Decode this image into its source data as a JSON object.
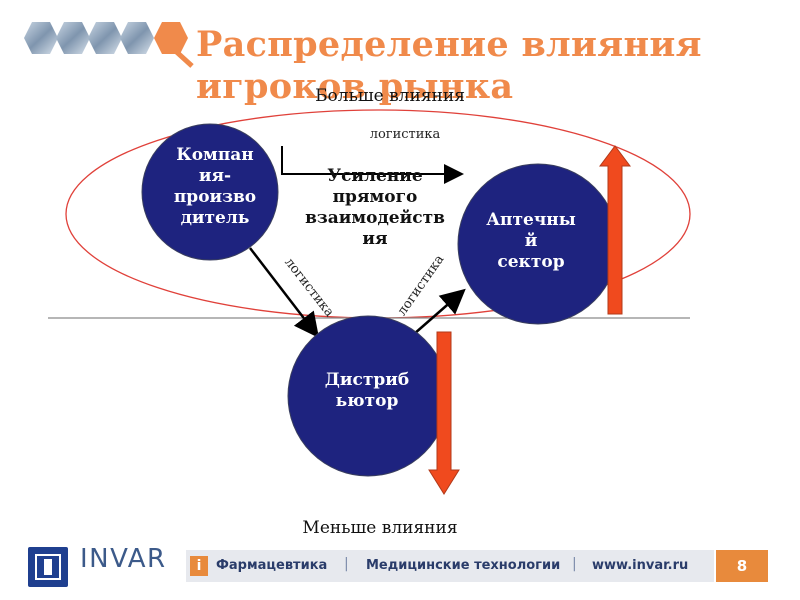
{
  "slide": {
    "title_line1": "Распределение влияния",
    "title_line2": "игроков рынка",
    "more_influence": "Больше влияния",
    "less_influence": "Меньше влияния",
    "logistics_top": "логистика",
    "logistics_left": "логистика",
    "logistics_right": "логистика",
    "interaction_line1": "Усиление",
    "interaction_line2": "прямого",
    "interaction_line3": "взаимодейств",
    "interaction_line4": "ия"
  },
  "nodes": {
    "company_line1": "Компан",
    "company_line2": "ия-",
    "company_line3": "произво",
    "company_line4": "дитель",
    "pharmacy_line1": "Аптечны",
    "pharmacy_line2": "й",
    "pharmacy_line3": "сектор",
    "distributor_line1": "Дистриб",
    "distributor_line2": "ьютор"
  },
  "footer": {
    "brand": "INVAR",
    "info": "i",
    "link1": "Фармацевтика",
    "link2": "Медицинские технологии",
    "link3": "www.invar.ru",
    "sep": "|",
    "page": "8"
  },
  "colors": {
    "title": "#F08A4B",
    "node": "#1E237F",
    "ellipse": "#E0413A",
    "arrow_fill": "#F04A1E",
    "arrow_stroke": "#B23A1A",
    "accent": "#E88A3C",
    "bar": "#E7E9EE"
  }
}
